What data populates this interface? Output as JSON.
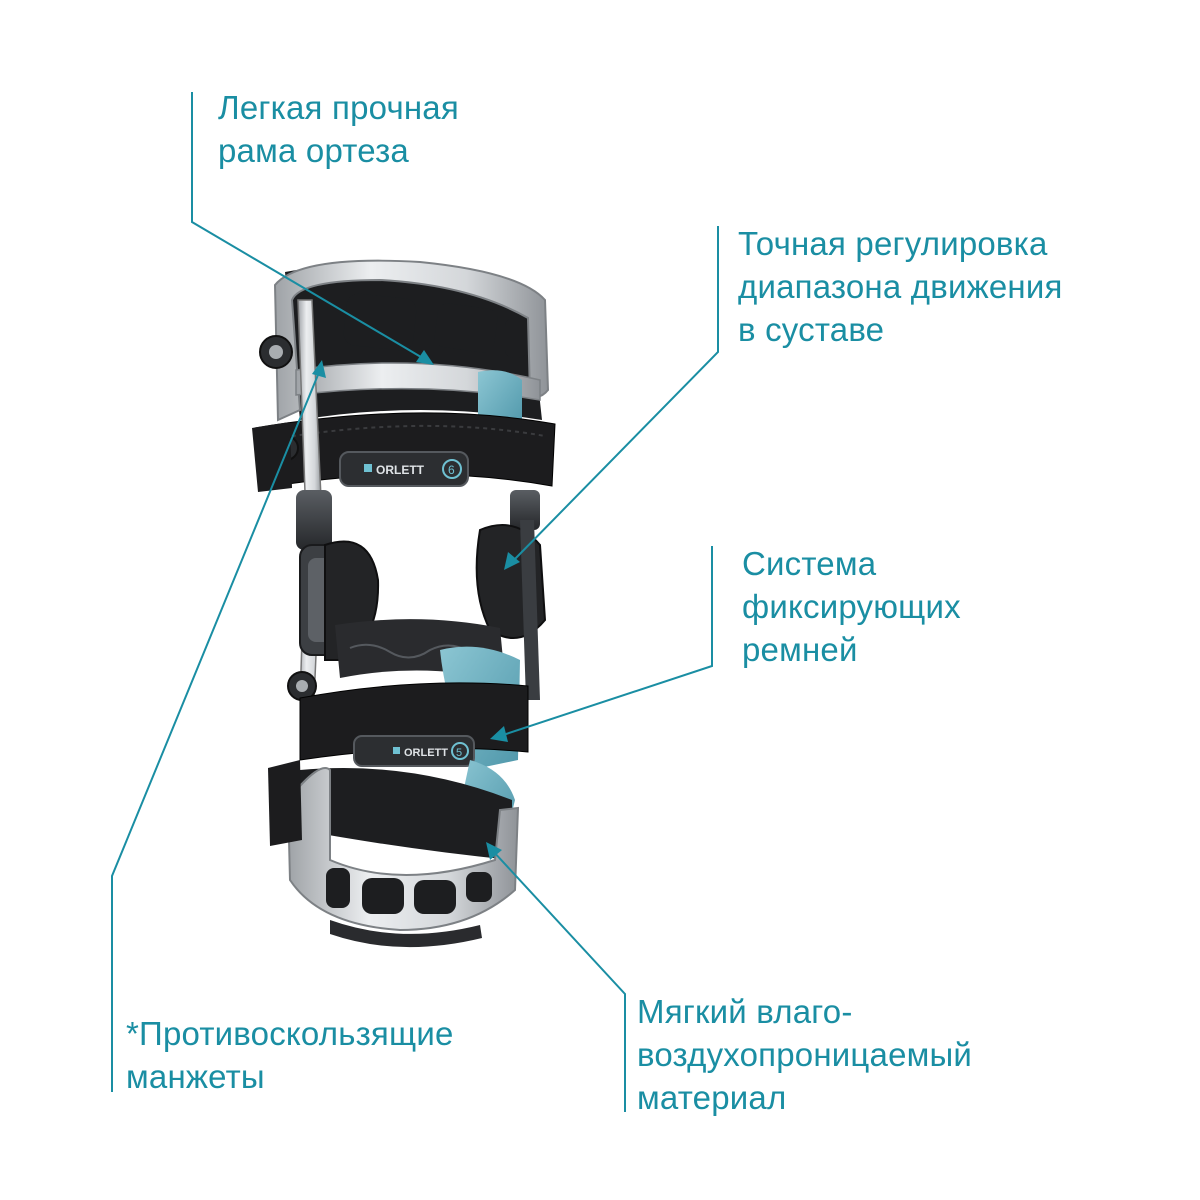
{
  "colors": {
    "accent": "#1a8ea3",
    "frame_silver": "#d8dadc",
    "strap_black": "#1c1c1e",
    "pad_blue": "#6fb3c4"
  },
  "product": {
    "brand": "ORLETT",
    "upper_badge_number": "6",
    "lower_badge_number": "5"
  },
  "callouts": {
    "frame": {
      "lines": [
        "Легкая прочная",
        "рама ортеза"
      ]
    },
    "range": {
      "lines": [
        "Точная регулировка",
        "диапазона движения",
        "в суставе"
      ]
    },
    "straps": {
      "lines": [
        "Система",
        "фиксирующих",
        "ремней"
      ]
    },
    "cuffs": {
      "lines": [
        "*Противоскользящие",
        "манжеты"
      ]
    },
    "material": {
      "lines": [
        "Мягкий влаго-",
        "воздухопроницаемый",
        "материал"
      ]
    }
  }
}
